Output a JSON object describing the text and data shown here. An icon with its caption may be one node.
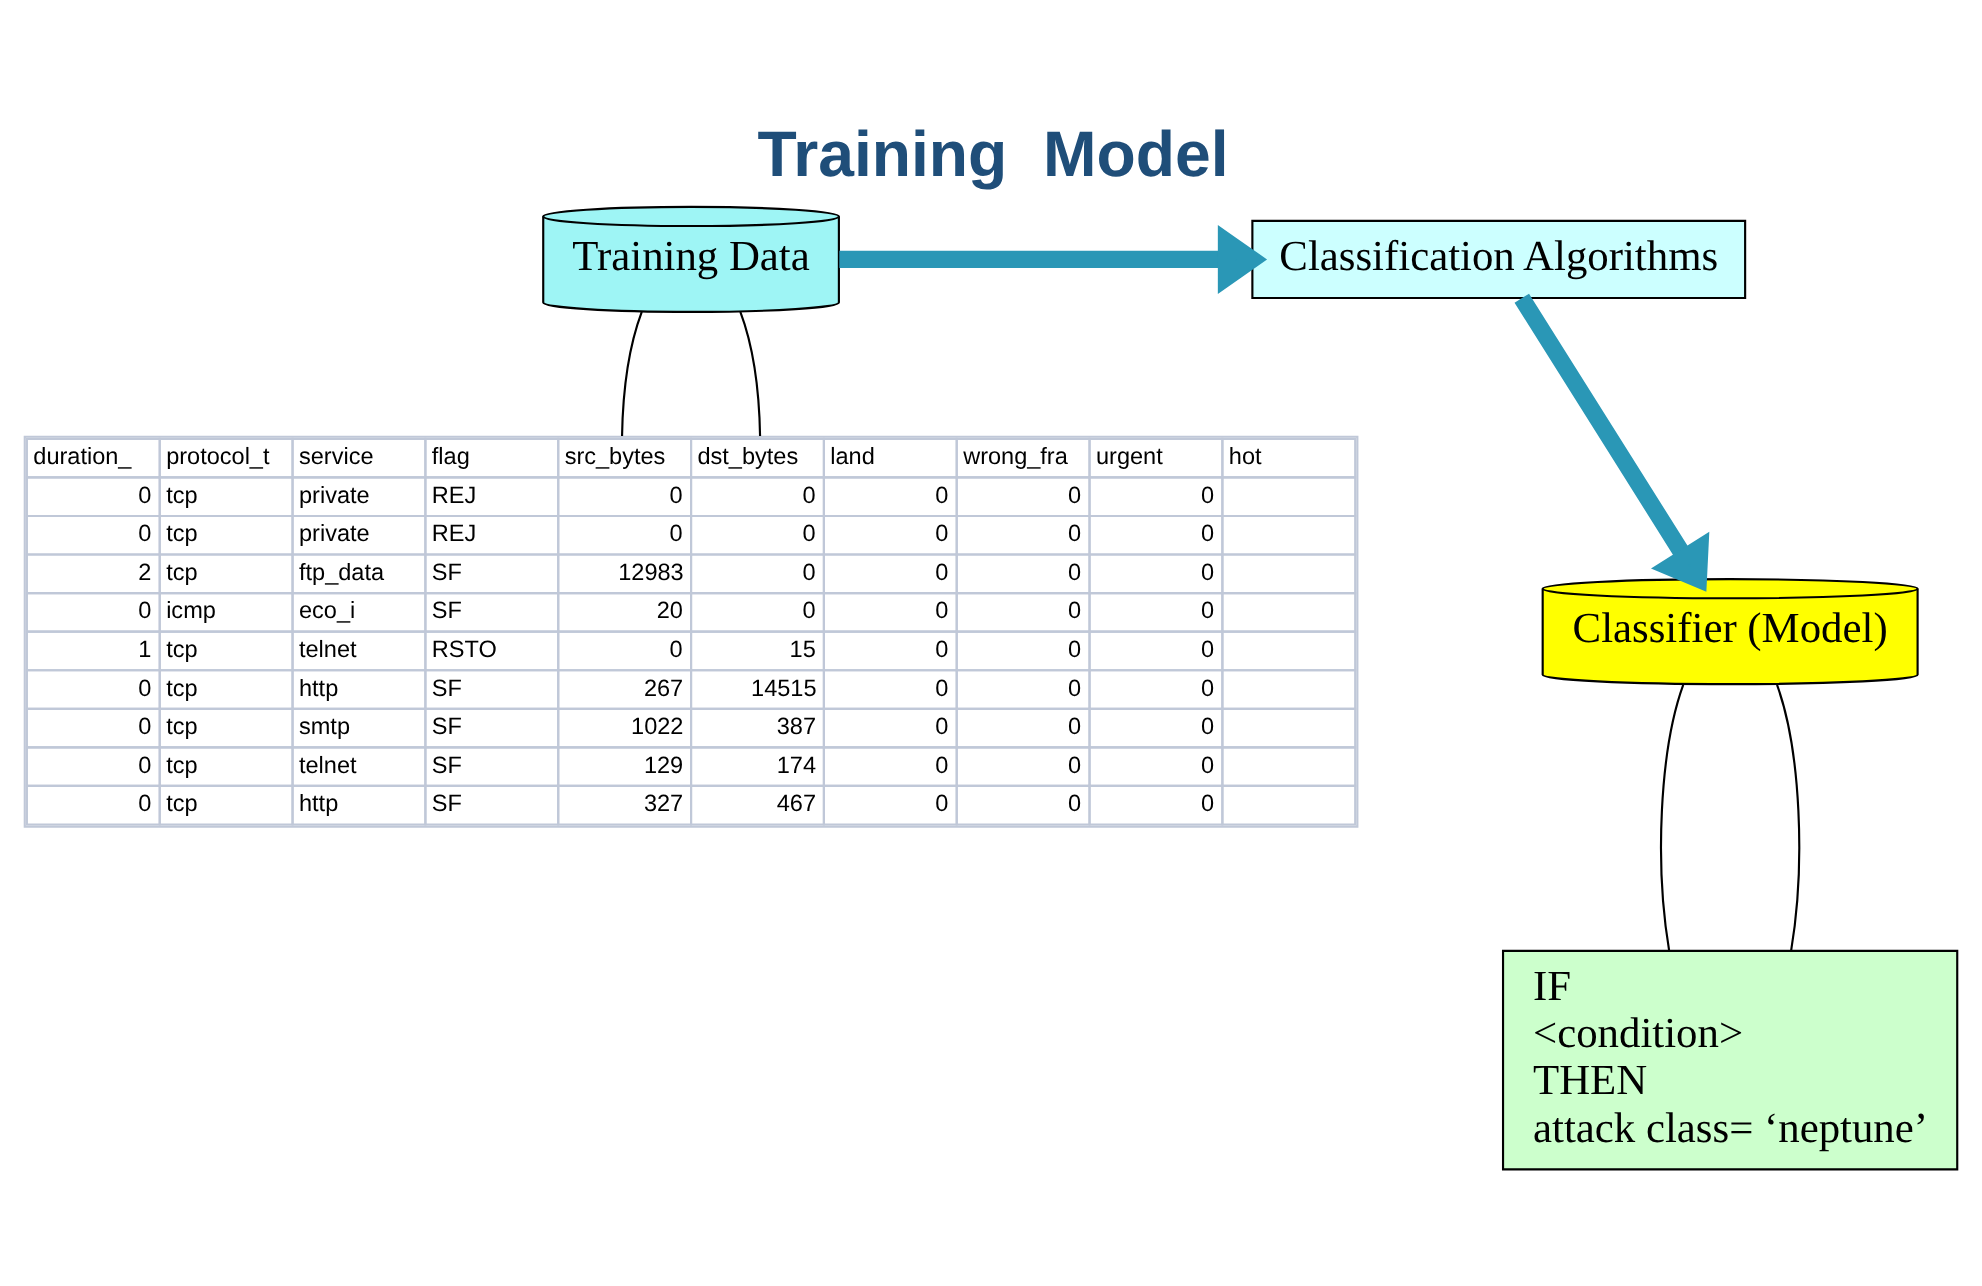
{
  "diagram": {
    "title": "Training  Model",
    "nodes": [
      {
        "text": [
          "Training Data"
        ]
      },
      {
        "text": [
          "Classification Algorithms"
        ]
      },
      {
        "text": [
          "Classifier (Model)"
        ]
      },
      {
        "text": [
          "duration_",
          "protocol_t",
          "service",
          "flag",
          "src_bytes",
          "dst_bytes",
          "land",
          "wrong_fra",
          "urgent",
          "hot",
          "0",
          "tcp",
          "private",
          "REJ",
          "0",
          "0",
          "0",
          "0",
          "0",
          "0",
          "tcp",
          "private",
          "REJ",
          "0",
          "0",
          "0",
          "0",
          "0",
          "2",
          "tcp",
          "ftp_data",
          "SF",
          "12983",
          "0",
          "0",
          "0",
          "0",
          "0",
          "icmp",
          "eco_i",
          "SF",
          "20",
          "0",
          "0",
          "0",
          "0",
          "1",
          "tcp",
          "telnet",
          "RSTO",
          "0",
          "15",
          "0",
          "0",
          "0",
          "0",
          "tcp",
          "http",
          "SF",
          "267",
          "14515",
          "0",
          "0",
          "0",
          "0",
          "tcp",
          "smtp",
          "SF",
          "1022",
          "387",
          "0",
          "0",
          "0",
          "0",
          "tcp",
          "telnet",
          "SF",
          "129",
          "174",
          "0",
          "0",
          "0",
          "0",
          "tcp",
          "http",
          "SF",
          "327",
          "467",
          "0",
          "0",
          "0"
        ]
      },
      {
        "text": [
          "IF",
          "<condition>",
          "THEN",
          "attack class= ‘neptune’"
        ]
      }
    ],
    "edges": [
      {
        "from": 0,
        "to": 1,
        "arrow": "to",
        "style": "thick",
        "color": "#2a97b6"
      },
      {
        "from": 1,
        "to": 2,
        "arrow": "to",
        "style": "thick",
        "color": "#2a97b6"
      },
      {
        "from": 0,
        "to": 3,
        "arrow": "none"
      },
      {
        "from": 0,
        "to": 3,
        "arrow": "none"
      },
      {
        "from": 2,
        "to": 4,
        "arrow": "none"
      },
      {
        "from": 2,
        "to": 4,
        "arrow": "none"
      }
    ]
  }
}
